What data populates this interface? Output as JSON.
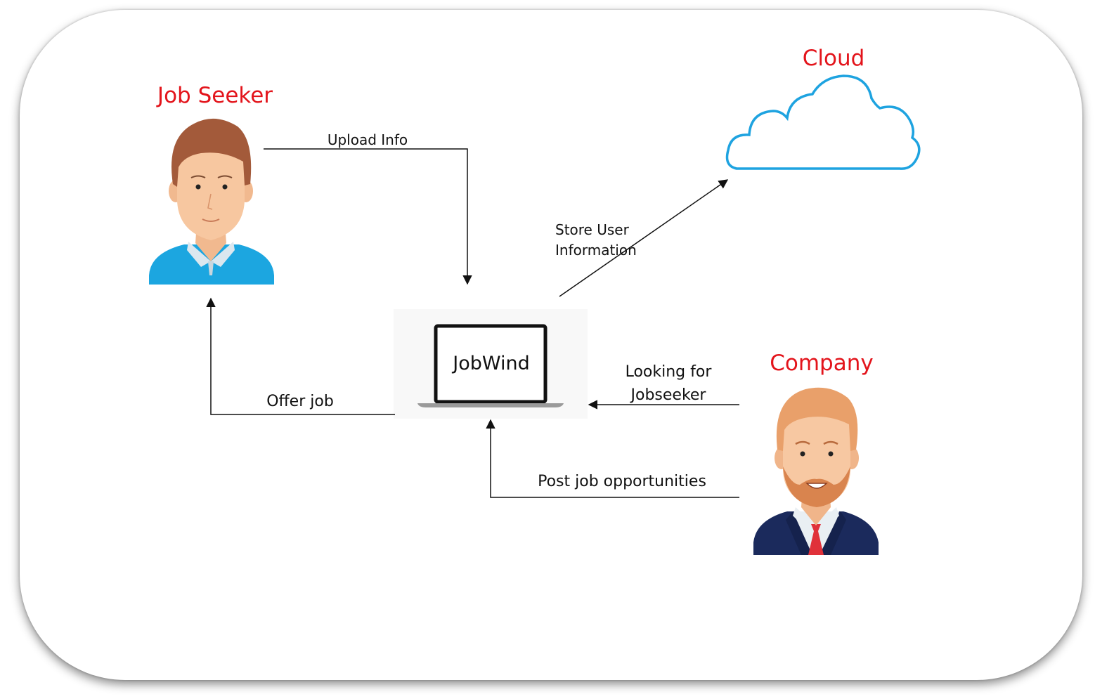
{
  "colors": {
    "title": "#e3141b",
    "cloud_stroke": "#1ea3e0",
    "edge": "#111111",
    "seeker_shirt": "#1ca6e0",
    "suit": "#1b2a5c",
    "tie": "#e0313a"
  },
  "actors": {
    "job_seeker": {
      "title": "Job Seeker",
      "icon": "job-seeker-avatar"
    },
    "cloud": {
      "title": "Cloud",
      "icon": "cloud-icon"
    },
    "company": {
      "title": "Company",
      "icon": "company-avatar"
    }
  },
  "system": {
    "label": "JobWind",
    "icon": "laptop-icon"
  },
  "edges": {
    "upload_info": "Upload Info",
    "store_user_line1": "Store User",
    "store_user_line2": "Information",
    "offer_job": "Offer job",
    "looking_line1": "Looking for",
    "looking_line2": "Jobseeker",
    "post_jobs": "Post job opportunities"
  }
}
